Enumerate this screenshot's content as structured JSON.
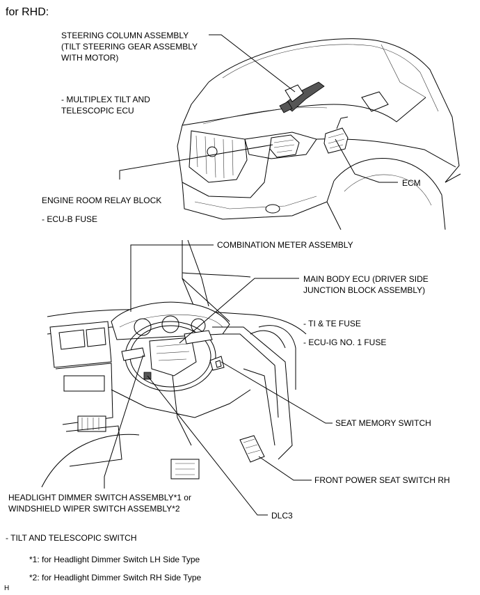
{
  "title": "for RHD:",
  "labels": {
    "steering_column": "STEERING COLUMN ASSEMBLY\n(TILT STEERING GEAR ASSEMBLY\nWITH MOTOR)",
    "multiplex_ecu": "- MULTIPLEX TILT AND\nTELESCOPIC ECU",
    "ecm": "ECM",
    "engine_room_relay": "ENGINE ROOM RELAY BLOCK",
    "ecu_b_fuse": "- ECU-B FUSE",
    "combination_meter": "COMBINATION METER ASSEMBLY",
    "main_body_ecu": "MAIN BODY ECU (DRIVER SIDE\nJUNCTION BLOCK ASSEMBLY)",
    "ti_te_fuse": "- TI & TE FUSE",
    "ecu_ig_fuse": "- ECU-IG NO. 1 FUSE",
    "seat_memory": "SEAT MEMORY SWITCH",
    "front_power_seat": "FRONT POWER SEAT SWITCH RH",
    "headlight_dimmer": "HEADLIGHT DIMMER SWITCH ASSEMBLY*1 or\nWINDSHIELD WIPER SWITCH ASSEMBLY*2",
    "dlc3": "DLC3",
    "tilt_switch": "- TILT AND TELESCOPIC SWITCH"
  },
  "footnotes": {
    "note1": "*1: for Headlight Dimmer Switch LH Side Type",
    "note2": "*2: for Headlight Dimmer Switch RH Side Type"
  },
  "corner_mark": "H"
}
